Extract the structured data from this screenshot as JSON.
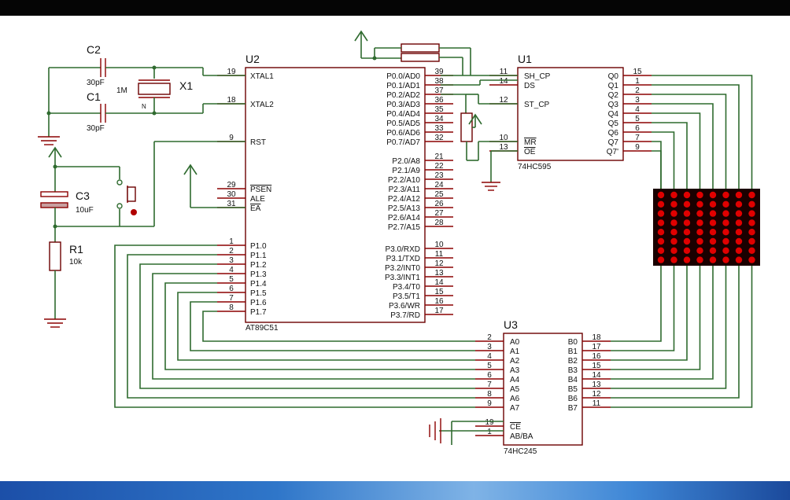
{
  "u2": {
    "ref": "U2",
    "part": "AT89C51",
    "left_pins": [
      {
        "num": "19",
        "name": "XTAL1"
      },
      {
        "num": "18",
        "name": "XTAL2"
      },
      {
        "num": "9",
        "name": "RST"
      },
      {
        "num": "29",
        "name": "PSEN"
      },
      {
        "num": "30",
        "name": "ALE"
      },
      {
        "num": "31",
        "name": "EA"
      },
      {
        "num": "1",
        "name": "P1.0"
      },
      {
        "num": "2",
        "name": "P1.1"
      },
      {
        "num": "3",
        "name": "P1.2"
      },
      {
        "num": "4",
        "name": "P1.3"
      },
      {
        "num": "5",
        "name": "P1.4"
      },
      {
        "num": "6",
        "name": "P1.5"
      },
      {
        "num": "7",
        "name": "P1.6"
      },
      {
        "num": "8",
        "name": "P1.7"
      }
    ],
    "right_pins": [
      {
        "num": "39",
        "name": "P0.0/AD0"
      },
      {
        "num": "38",
        "name": "P0.1/AD1"
      },
      {
        "num": "37",
        "name": "P0.2/AD2"
      },
      {
        "num": "36",
        "name": "P0.3/AD3"
      },
      {
        "num": "35",
        "name": "P0.4/AD4"
      },
      {
        "num": "34",
        "name": "P0.5/AD5"
      },
      {
        "num": "33",
        "name": "P0.6/AD6"
      },
      {
        "num": "32",
        "name": "P0.7/AD7"
      },
      {
        "num": "21",
        "name": "P2.0/A8"
      },
      {
        "num": "22",
        "name": "P2.1/A9"
      },
      {
        "num": "23",
        "name": "P2.2/A10"
      },
      {
        "num": "24",
        "name": "P2.3/A11"
      },
      {
        "num": "25",
        "name": "P2.4/A12"
      },
      {
        "num": "26",
        "name": "P2.5/A13"
      },
      {
        "num": "27",
        "name": "P2.6/A14"
      },
      {
        "num": "28",
        "name": "P2.7/A15"
      },
      {
        "num": "10",
        "name": "P3.0/RXD"
      },
      {
        "num": "11",
        "name": "P3.1/TXD"
      },
      {
        "num": "12",
        "name": "P3.2/INT0"
      },
      {
        "num": "13",
        "name": "P3.3/INT1"
      },
      {
        "num": "14",
        "name": "P3.4/T0"
      },
      {
        "num": "15",
        "name": "P3.5/T1"
      },
      {
        "num": "16",
        "name": "P3.6/WR"
      },
      {
        "num": "17",
        "name": "P3.7/RD"
      }
    ]
  },
  "u1": {
    "ref": "U1",
    "part": "74HC595",
    "left_pins": [
      {
        "num": "11",
        "name": "SH_CP"
      },
      {
        "num": "14",
        "name": "DS"
      },
      {
        "num": "12",
        "name": "ST_CP"
      },
      {
        "num": "10",
        "name": "MR"
      },
      {
        "num": "13",
        "name": "OE"
      }
    ],
    "right_pins": [
      {
        "num": "15",
        "name": "Q0"
      },
      {
        "num": "1",
        "name": "Q1"
      },
      {
        "num": "2",
        "name": "Q2"
      },
      {
        "num": "3",
        "name": "Q3"
      },
      {
        "num": "4",
        "name": "Q4"
      },
      {
        "num": "5",
        "name": "Q5"
      },
      {
        "num": "6",
        "name": "Q6"
      },
      {
        "num": "7",
        "name": "Q7"
      },
      {
        "num": "9",
        "name": "Q7'"
      }
    ]
  },
  "u3": {
    "ref": "U3",
    "part": "74HC245",
    "left_pins": [
      {
        "num": "2",
        "name": "A0"
      },
      {
        "num": "3",
        "name": "A1"
      },
      {
        "num": "4",
        "name": "A2"
      },
      {
        "num": "5",
        "name": "A3"
      },
      {
        "num": "6",
        "name": "A4"
      },
      {
        "num": "7",
        "name": "A5"
      },
      {
        "num": "8",
        "name": "A6"
      },
      {
        "num": "9",
        "name": "A7"
      },
      {
        "num": "19",
        "name": "CE"
      },
      {
        "num": "1",
        "name": "AB/BA"
      }
    ],
    "right_pins": [
      {
        "num": "18",
        "name": "B0"
      },
      {
        "num": "17",
        "name": "B1"
      },
      {
        "num": "16",
        "name": "B2"
      },
      {
        "num": "15",
        "name": "B3"
      },
      {
        "num": "14",
        "name": "B4"
      },
      {
        "num": "13",
        "name": "B5"
      },
      {
        "num": "12",
        "name": "B6"
      },
      {
        "num": "11",
        "name": "B7"
      }
    ]
  },
  "components": {
    "c2": {
      "ref": "C2",
      "value": "30pF"
    },
    "c1": {
      "ref": "C1",
      "value": "30pF"
    },
    "x1": {
      "ref": "X1",
      "value": "1M"
    },
    "x1_pin": "N",
    "c3": {
      "ref": "C3",
      "value": "10uF"
    },
    "r1": {
      "ref": "R1",
      "value": "10k"
    }
  },
  "matrix": {
    "rows": 8,
    "cols": 8,
    "led_color": "#e00000",
    "body_color": "#1a0000"
  },
  "colors": {
    "wire": "#2f6b2f",
    "pin": "#8b0000",
    "chip_border": "#6b0000"
  }
}
